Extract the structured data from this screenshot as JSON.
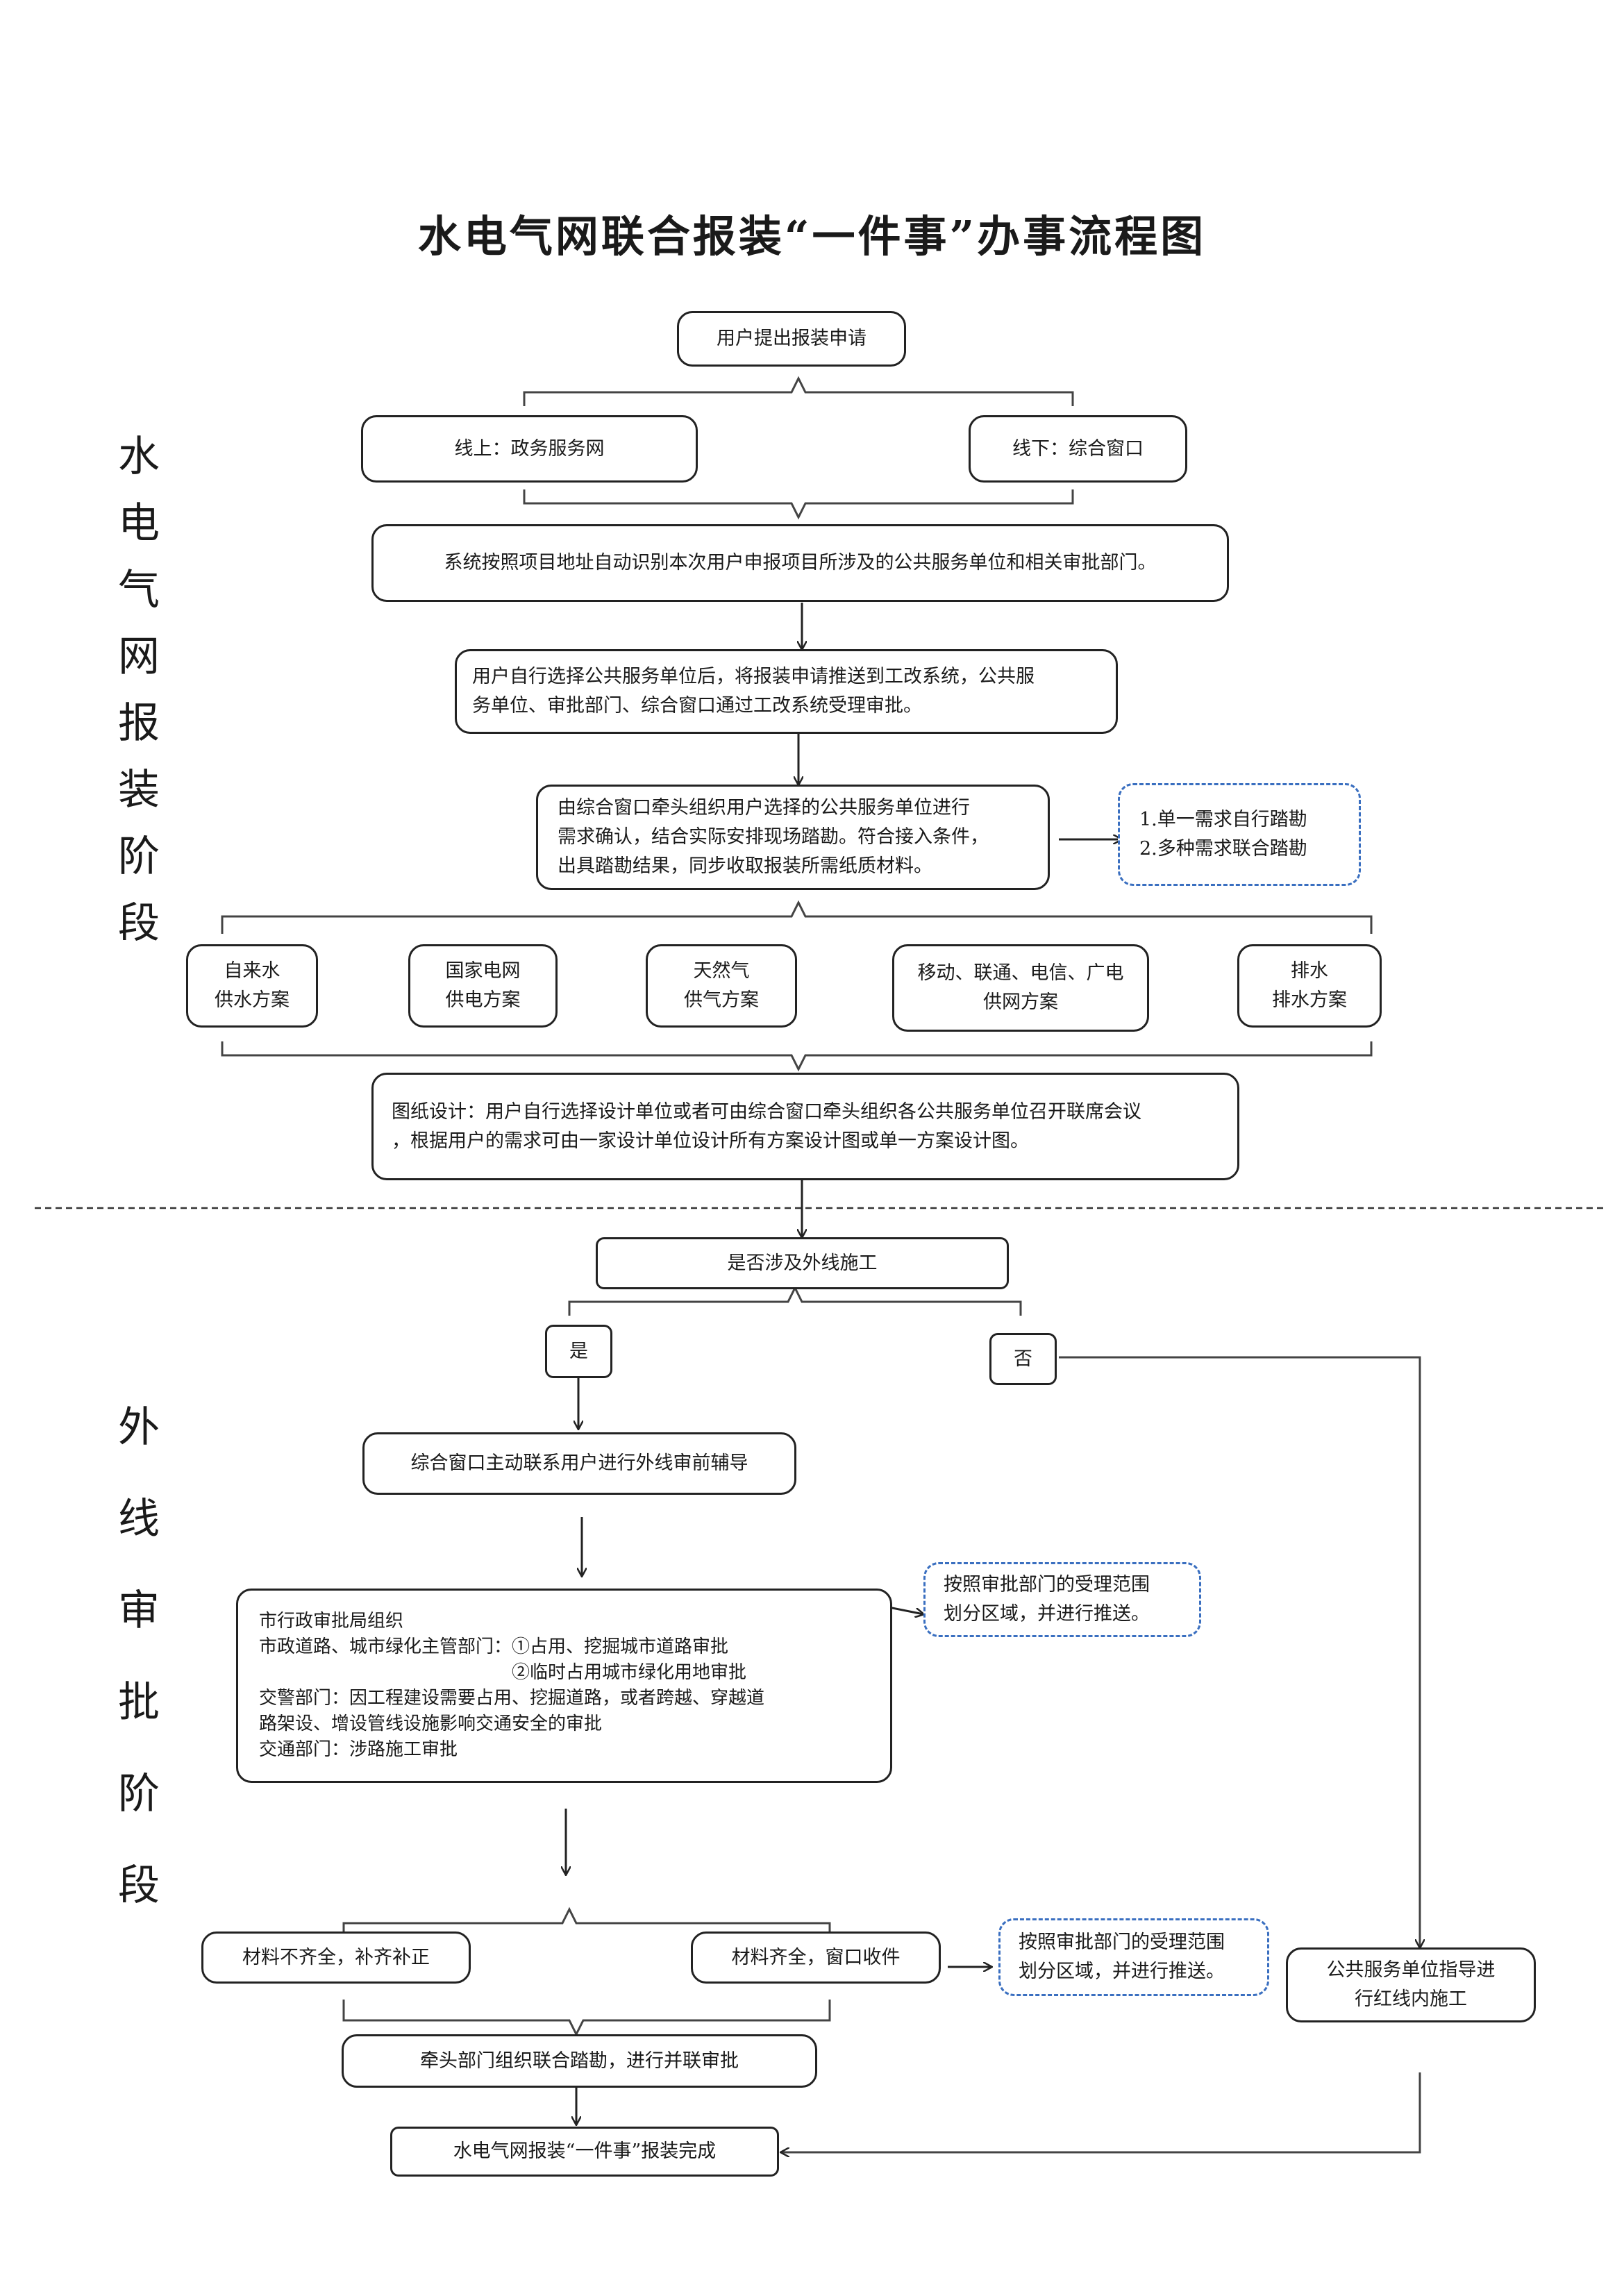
{
  "title": "水电气网联合报装“一件事”办事流程图",
  "sections": {
    "stage1": "水电气网报装阶段",
    "stage2": "外线审批阶段"
  },
  "nodes": {
    "apply": "用户提出报装申请",
    "online": "线上：政务服务网",
    "offline": "线下：综合窗口",
    "identify": "系统按照项目地址自动识别本次用户申报项目所涉及的公共服务单位和相关审批部门。",
    "select": "用户自行选择公共服务单位后，将报装申请推送到工改系统，公共服\n务单位、审批部门、综合窗口通过工改系统受理审批。",
    "survey": "由综合窗口牵头组织用户选择的公共服务单位进行\n需求确认，结合实际安排现场踏勘。符合接入条件，\n出具踏勘结果，同步收取报装所需纸质材料。",
    "survey_note": "1.单一需求自行踏勘\n2.多种需求联合踏勘",
    "water": "自来水\n供水方案",
    "power": "国家电网\n供电方案",
    "gas": "天然气\n供气方案",
    "telecom": "移动、联通、电信、广电\n供网方案",
    "drain": "排水\n排水方案",
    "design": "图纸设计：用户自行选择设计单位或者可由综合窗口牵头组织各公共服务单位召开联席会议\n，根据用户的需求可由一家设计单位设计所有方案设计图或单一方案设计图。",
    "external": "是否涉及外线施工",
    "yes": "是",
    "no": "否",
    "guide": "综合窗口主动联系用户进行外线审前辅导",
    "approval": "市行政审批局组织\n市政道路、城市绿化主管部门：①占用、挖掘城市道路审批\n　　　　　　　　　　　　　　②临时占用城市绿化用地审批\n交警部门：因工程建设需要占用、挖掘道路，或者跨越、穿越道\n路架设、增设管线设施影响交通安全的审批\n交通部门：涉路施工审批",
    "approval_note": "按照审批部门的受理范围\n划分区域，并进行推送。",
    "incomplete": "材料不齐全，补齐补正",
    "complete": "材料齐全，窗口收件",
    "complete_note": "按照审批部门的受理范围\n划分区域，并进行推送。",
    "redline": "公共服务单位指导进\n行红线内施工",
    "joint": "牵头部门组织联合踏勘，进行并联审批",
    "done": "水电气网报装“一件事”报装完成"
  }
}
